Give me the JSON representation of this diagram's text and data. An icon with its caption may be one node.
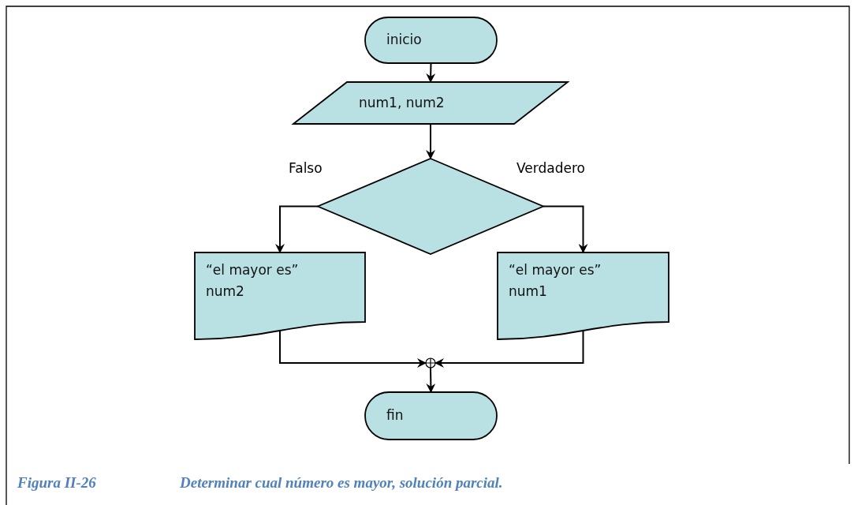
{
  "diagram": {
    "caption": "Determinar cual número es mayor, solución parcial.",
    "nodes": [
      {
        "text": [
          "inicio"
        ]
      },
      {
        "text": [
          "num1, num2"
        ]
      },
      {
        "text": [],
        "shape": "diamond"
      },
      {
        "text": [
          "“el mayor es” num2"
        ]
      },
      {
        "text": [
          "“el mayor es” num1"
        ]
      },
      {
        "text": [],
        "shape": "circle"
      },
      {
        "text": [
          "fin"
        ]
      }
    ],
    "edges": [
      {
        "from": 0,
        "to": 1,
        "arrow": "to"
      },
      {
        "from": 1,
        "to": 2,
        "arrow": "to"
      },
      {
        "from": 2,
        "to": 3,
        "arrow": "to",
        "label": "Falso"
      },
      {
        "from": 2,
        "to": 4,
        "arrow": "to",
        "label": "Verdadero"
      },
      {
        "from": 3,
        "to": 5,
        "arrow": "to"
      },
      {
        "from": 4,
        "to": 5,
        "arrow": "to"
      },
      {
        "from": 5,
        "to": 6,
        "arrow": "to"
      }
    ],
    "labels": [
      "Figura II-26"
    ]
  }
}
